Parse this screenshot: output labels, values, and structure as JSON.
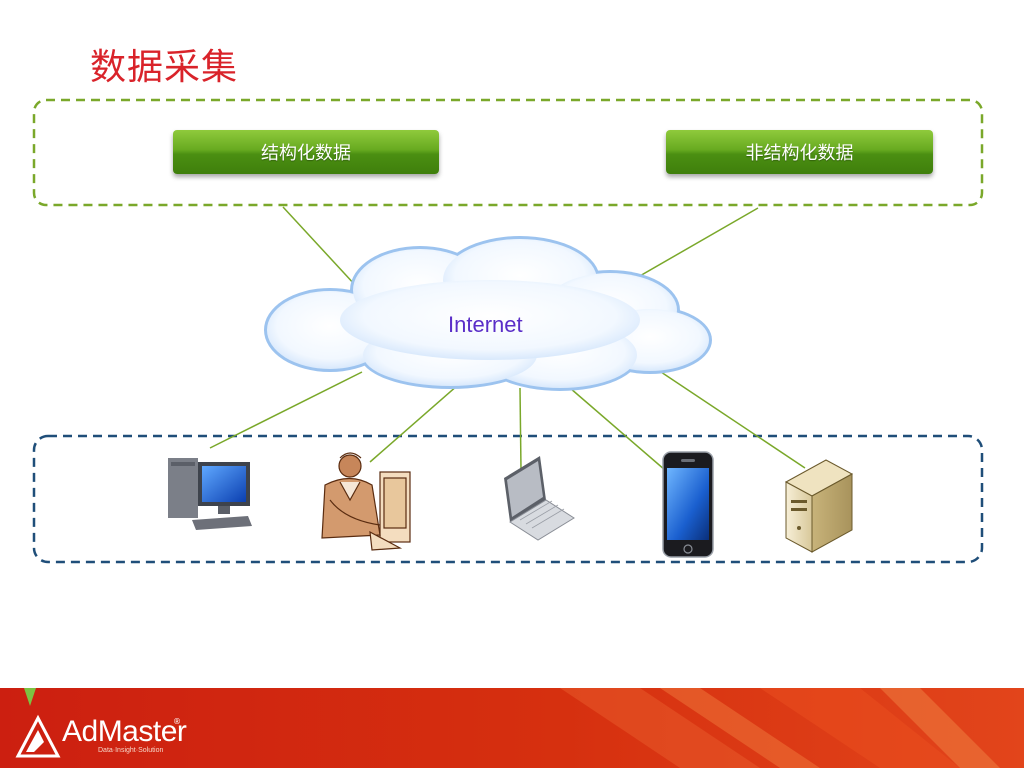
{
  "slide": {
    "title": "数据采集"
  },
  "sources": {
    "structured_label": "结构化数据",
    "unstructured_label": "非结构化数据"
  },
  "network": {
    "label": "Internet"
  },
  "devices": [
    {
      "icon": "desktop-computer-icon"
    },
    {
      "icon": "office-worker-icon"
    },
    {
      "icon": "laptop-icon"
    },
    {
      "icon": "smartphone-icon"
    },
    {
      "icon": "server-icon"
    }
  ],
  "brand": {
    "name": "AdMaster",
    "registered_mark": "®",
    "tagline": "Data·Insight·Solution"
  },
  "colors": {
    "title": "#d9232a",
    "green_box_border": "#7aa82a",
    "blue_box_border": "#1f4e79",
    "button_green": "#5ea51b",
    "connector": "#7aa82a",
    "internet_text": "#5a2ec8",
    "footer_red": "#cc1f10"
  }
}
